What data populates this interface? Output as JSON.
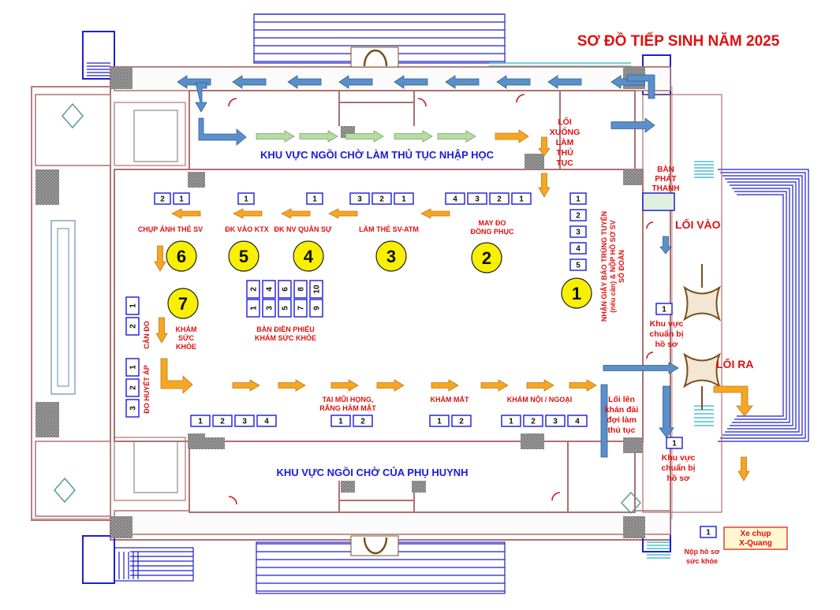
{
  "title": "SƠ ĐỒ TIẾP SINH NĂM 2025",
  "areas": {
    "waiting_top": "KHU VỰC NGỒI CHỜ LÀM THỦ TỤC NHẬP HỌC",
    "waiting_bottom": "KHU VỰC NGỒI CHỜ CỦA PHỤ HUYNH"
  },
  "labels": {
    "loi_xuong": [
      "LỐI",
      "XUỐNG",
      "LÀM",
      "THỦ",
      "TỤC"
    ],
    "ban_phat_thanh": [
      "BÀN",
      "PHÁT",
      "THANH"
    ],
    "loi_vao": "LỐI VÀO",
    "loi_ra": "LỐI RA",
    "loi_len": [
      "Lối lên",
      "khán đài",
      "đợi làm",
      "thủ tục"
    ],
    "khu_vuc_1": [
      "Khu vực",
      "chuẩn bị",
      "hồ sơ"
    ],
    "khu_vuc_2": [
      "Khu vực",
      "chuẩn bị",
      "hồ sơ"
    ],
    "xe_chup": [
      "Xe chụp",
      "X-Quang"
    ],
    "nop_ho_so": [
      "Nộp hồ sơ",
      "sức khỏe"
    ],
    "kham_suc_khoe": [
      "KHÁM",
      "SỨC",
      "KHỎE"
    ],
    "ban_dien_phieu": [
      "BÀN ĐIỀN PHIẾU",
      "KHÁM SỨC KHỎE"
    ],
    "can_do": "CÂN ĐO",
    "do_huyet_ap": "ĐO HUYẾT ÁP",
    "tai_mui_hong": [
      "TAI MŨI HỌNG,",
      "RĂNG HÀM MẶT"
    ],
    "kham_mat": "KHÁM MẮT",
    "kham_noi_ngoai": "KHÁM NỘI / NGOẠI",
    "nhan_giay": [
      "NHẬN GIẤY BÁO TRÚNG TUYỂN",
      "(nếu cần) & NỘP HỒ SƠ SV",
      "SỔ ĐOÀN"
    ]
  },
  "stations": [
    {
      "number": "1",
      "label": []
    },
    {
      "number": "2",
      "label": [
        "MAY ĐO",
        "ĐỒNG PHỤC"
      ]
    },
    {
      "number": "3",
      "label": [
        "LÀM THẺ SV-ATM"
      ]
    },
    {
      "number": "4",
      "label": [
        "ĐK NV QUÂN SỰ"
      ]
    },
    {
      "number": "5",
      "label": [
        "ĐK VÀO KTX"
      ]
    },
    {
      "number": "6",
      "label": [
        "CHỤP ẢNH THẺ SV"
      ]
    },
    {
      "number": "7",
      "label": []
    }
  ],
  "desks": {
    "s6": [
      "2",
      "1"
    ],
    "s5": [
      "1"
    ],
    "s4": [
      "1"
    ],
    "s3": [
      "3",
      "2",
      "1"
    ],
    "s2": [
      "4",
      "3",
      "2",
      "1"
    ],
    "s1": [
      "1",
      "2",
      "3",
      "4",
      "5"
    ],
    "form_top": [
      "2",
      "4",
      "6",
      "8",
      "10"
    ],
    "form_bottom": [
      "1",
      "3",
      "5",
      "7",
      "9"
    ],
    "can_do": [
      "1",
      "2"
    ],
    "huyet_ap": [
      "1",
      "2",
      "3"
    ],
    "bottom_a": [
      "1",
      "2",
      "3",
      "4"
    ],
    "bottom_b": [
      "1",
      "2"
    ],
    "bottom_c": [
      "1",
      "2"
    ],
    "bottom_d": [
      "1",
      "2",
      "3",
      "4"
    ],
    "kv1": [
      "1"
    ],
    "kv2": [
      "1"
    ],
    "nop": [
      "1"
    ]
  },
  "colors": {
    "red": "#e01010",
    "blue": "#1a1ae0",
    "wall": "#b07070",
    "stairs": "#1f1fd0",
    "station_fill": "#f7f000",
    "arrow_blue": "#5b8fc9",
    "arrow_orange": "#f5a623",
    "arrow_green": "#b8dca0"
  },
  "icons": [
    "arrow-right-icon",
    "arrow-left-icon",
    "arrow-down-icon",
    "door-icon",
    "stairs-icon"
  ]
}
